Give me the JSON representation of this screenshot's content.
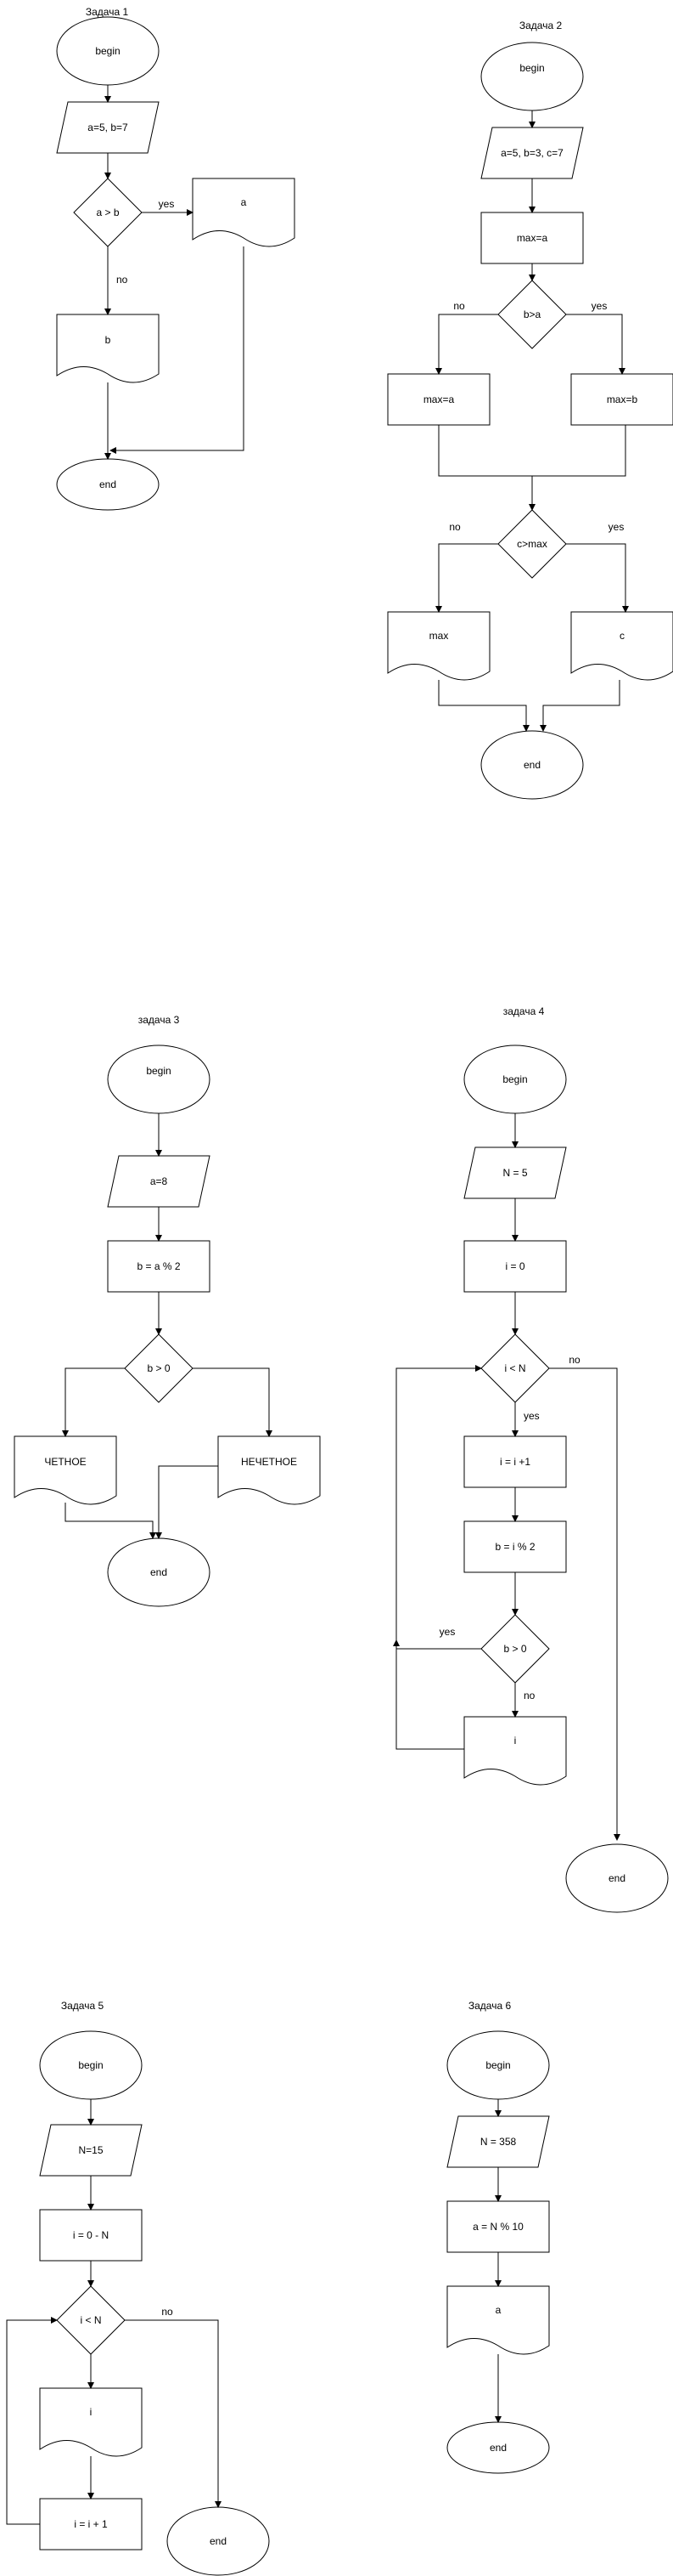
{
  "colors": {
    "stroke": "#000000",
    "fill": "#ffffff",
    "background": "#ffffff"
  },
  "tasks": [
    {
      "title": "Задача 1",
      "nodes": [
        "begin",
        "a=5, b=7",
        "a > b",
        "a",
        "b",
        "end"
      ],
      "edge_labels": [
        "yes",
        "no"
      ]
    },
    {
      "title": "Задача 2",
      "nodes": [
        "begin",
        "a=5, b=3, c=7",
        "max=a",
        "b>a",
        "max=a",
        "max=b",
        "c>max",
        "max",
        "c",
        "end"
      ],
      "edge_labels": [
        "no",
        "yes",
        "no",
        "yes"
      ]
    },
    {
      "title": "задача 3",
      "nodes": [
        "begin",
        "a=8",
        "b = a % 2",
        "b > 0",
        "ЧЕТНОЕ",
        "НЕЧЕТНОЕ",
        "end"
      ],
      "edge_labels": []
    },
    {
      "title": "задача 4",
      "nodes": [
        "begin",
        "N = 5",
        "i = 0",
        "i  <  N",
        "i = i +1",
        "b = i % 2",
        "b > 0",
        "i",
        "end"
      ],
      "edge_labels": [
        "no",
        "yes",
        "yes",
        "no"
      ]
    },
    {
      "title": "Задача 5",
      "nodes": [
        "begin",
        "N=15",
        "i = 0 - N",
        "i < N",
        "i",
        "i = i + 1",
        "end"
      ],
      "edge_labels": [
        "no"
      ]
    },
    {
      "title": "Задача 6",
      "nodes": [
        "begin",
        "N = 358",
        "a = N % 10",
        "a",
        "end"
      ],
      "edge_labels": []
    }
  ]
}
